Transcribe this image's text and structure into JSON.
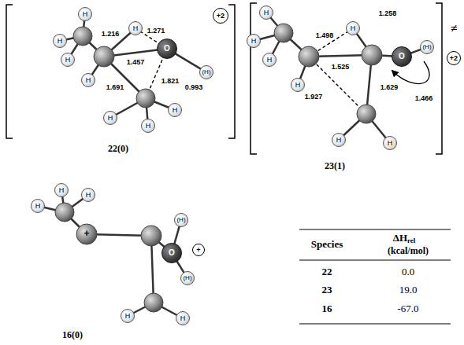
{
  "diagram": {
    "nodes": [
      {
        "text": [
          "+2"
        ]
      },
      {
        "text": [
          "H"
        ]
      },
      {
        "text": [
          "H"
        ]
      },
      {
        "text": [
          "H"
        ]
      },
      {
        "text": [
          "H"
        ]
      },
      {
        "text": [
          "H"
        ]
      },
      {
        "text": [
          "O"
        ]
      },
      {
        "text": [
          "(H)"
        ]
      },
      {
        "text": [
          "H"
        ]
      },
      {
        "text": [
          "H"
        ]
      },
      {
        "text": [
          "H"
        ]
      },
      {
        "text": [
          "+2"
        ]
      },
      {
        "text": [
          "H"
        ]
      },
      {
        "text": [
          "H"
        ]
      },
      {
        "text": [
          "H"
        ]
      },
      {
        "text": [
          "H"
        ]
      },
      {
        "text": [
          "H"
        ]
      },
      {
        "text": [
          "O"
        ]
      },
      {
        "text": [
          "(H)"
        ]
      },
      {
        "text": [
          "H"
        ]
      },
      {
        "text": [
          "H"
        ]
      },
      {
        "text": [
          "H"
        ]
      },
      {
        "text": [
          "H"
        ]
      },
      {
        "text": [
          "H"
        ]
      },
      {
        "text": [
          "(H)"
        ]
      },
      {
        "text": [
          "O"
        ]
      },
      {
        "text": [
          "(H)"
        ]
      },
      {
        "text": [
          "+"
        ]
      },
      {
        "text": [
          "H"
        ]
      },
      {
        "text": [
          "H"
        ]
      }
    ],
    "edges": [
      {
        "from": 6,
        "to": 7,
        "arrow": "none"
      },
      {
        "from": 17,
        "to": 18,
        "arrow": "none"
      },
      {
        "from": 25,
        "to": 24,
        "arrow": "none"
      },
      {
        "from": 25,
        "to": 26,
        "arrow": "none"
      }
    ],
    "labels": [
      "≠",
      "1.216",
      "1.271",
      "1.457",
      "0.993",
      "1.691",
      "1.821",
      "22(0)",
      "1.498",
      "1.258",
      "1.466",
      "1.927",
      "1.525",
      "1.629",
      "23(1)",
      "+",
      "16(0)",
      "Species",
      "ΔH",
      "rel",
      "(kcal/mol)",
      "22",
      "0.0",
      "23",
      "19.0",
      "16",
      "-67.0"
    ]
  }
}
